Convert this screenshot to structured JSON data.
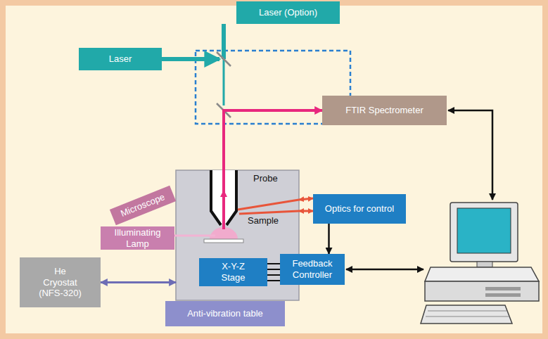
{
  "diagram": {
    "nodes": [
      {
        "text": [
          "Laser (Option)"
        ]
      },
      {
        "text": [
          "Laser"
        ]
      },
      {
        "text": [
          "FTIR Spectrometer"
        ]
      },
      {
        "text": [
          "Probe",
          "Sample"
        ]
      },
      {
        "text": [
          "Microscope"
        ]
      },
      {
        "text": [
          "Illuminating Lamp"
        ]
      },
      {
        "text": [
          "Optics for control"
        ]
      },
      {
        "text": [
          "He Cryostat (NFS-320)"
        ]
      },
      {
        "text": [
          "X-Y-Z Stage"
        ],
        "in": 3
      },
      {
        "text": [
          "Feedback Controller"
        ]
      },
      {
        "text": [
          "Anti-vibration table"
        ]
      }
    ],
    "edges": [
      {
        "from": 3,
        "to": 2,
        "arrow": "to"
      },
      {
        "from": 3,
        "to": 6,
        "arrow": "both"
      },
      {
        "from": 6,
        "to": 9,
        "arrow": "to"
      },
      {
        "from": 8,
        "to": 9,
        "arrow": "none"
      },
      {
        "from": 7,
        "to": 3,
        "arrow": "both"
      }
    ]
  }
}
